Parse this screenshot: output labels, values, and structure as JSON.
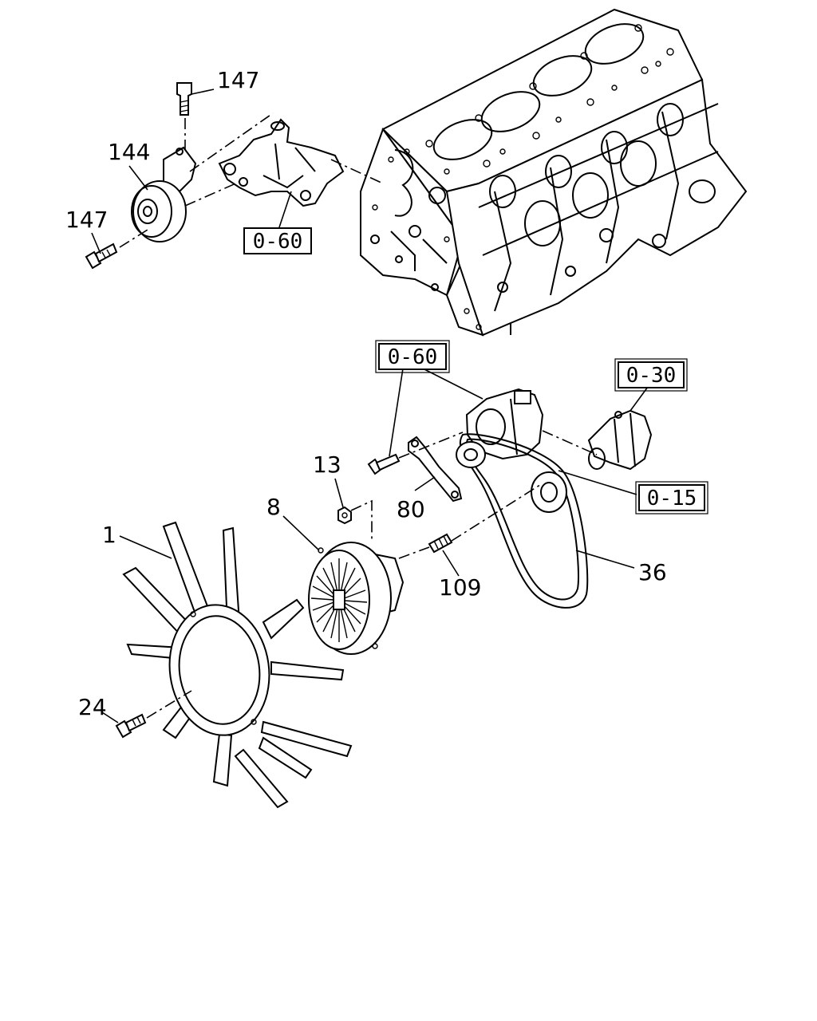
{
  "callouts": {
    "c147_top": "147",
    "c144": "144",
    "c147_left": "147",
    "c13": "13",
    "c8": "8",
    "c1": "1",
    "c80": "80",
    "c109": "109",
    "c36": "36",
    "c24": "24"
  },
  "references": {
    "r060_top": "0-60",
    "r060_mid": "0-60",
    "r030": "0-30",
    "r015": "0-15"
  }
}
